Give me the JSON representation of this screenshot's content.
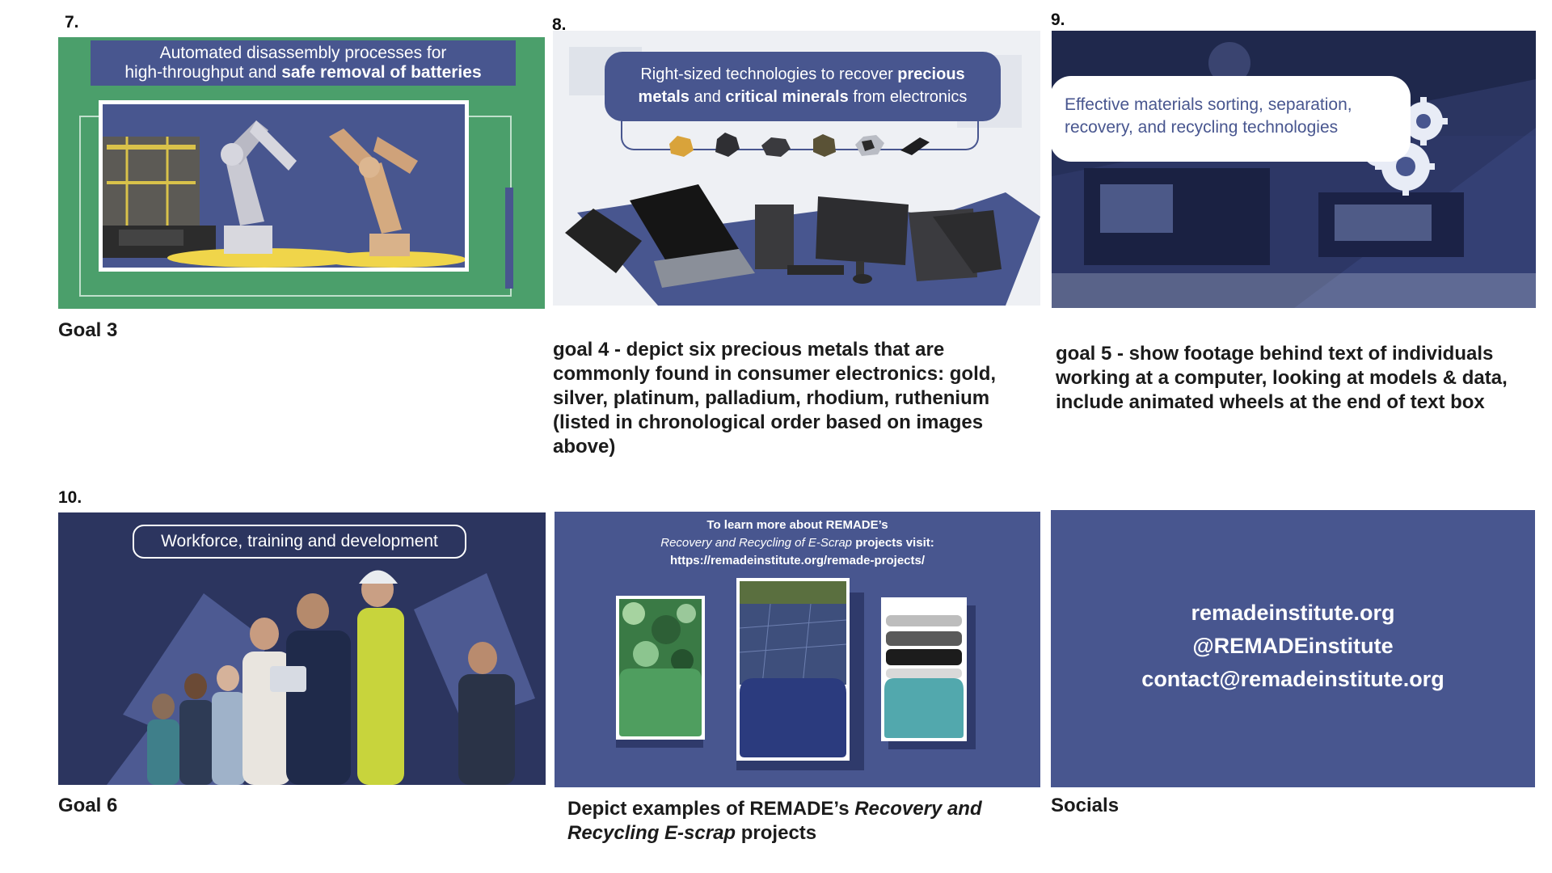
{
  "slides": {
    "s7": {
      "number": "7.",
      "banner_line1": "Automated disassembly processes for",
      "banner_line2_normal": "high-throughput and ",
      "banner_line2_bold": "safe removal of batteries",
      "caption": "Goal 3"
    },
    "s8": {
      "number": "8.",
      "bubble_line1_normal": "Right-sized technologies to recover ",
      "bubble_line1_bold": "precious",
      "bubble_line2_bold1": "metals",
      "bubble_line2_normal1": " and ",
      "bubble_line2_bold2": "critical minerals",
      "bubble_line2_normal2": " from electronics",
      "caption": "goal 4 - depict six precious metals that are commonly found in consumer electronics: gold, silver, platinum, palladium, rhodium, ruthenium (listed in chronological order based on images above)"
    },
    "s9": {
      "number": "9.",
      "bubble_line1": "Effective materials sorting, separation,",
      "bubble_line2": "recovery, and recycling technologies",
      "caption": "goal 5 - show footage behind text of individuals working at a computer, looking at models & data, include animated wheels at the end of text box"
    },
    "s10": {
      "number": "10.",
      "pill": "Workforce, training and development",
      "caption": "Goal 6"
    },
    "s11": {
      "head_line1": "To learn more about REMADE’s",
      "head_line2_italic": "Recovery and Recycling of E-Scrap",
      "head_line2_bold": " projects visit:",
      "head_line3": "https://remadeinstitute.org/remade-projects/",
      "caption_normal": "Depict examples of REMADE’s ",
      "caption_italic": "Recovery and Recycling E-scrap",
      "caption_end": " projects",
      "card_colors": [
        "#4f9e5f",
        "#2b3b7e",
        "#52a8ad"
      ]
    },
    "s12": {
      "website": "remadeinstitute.org",
      "handle": "@REMADEinstitute",
      "email": "contact@remadeinstitute.org",
      "caption": "Socials"
    }
  },
  "colors": {
    "navy": "#48568f",
    "green": "#4b9f6b",
    "dark_navy": "#2c355f",
    "teal": "#52a8ad"
  }
}
